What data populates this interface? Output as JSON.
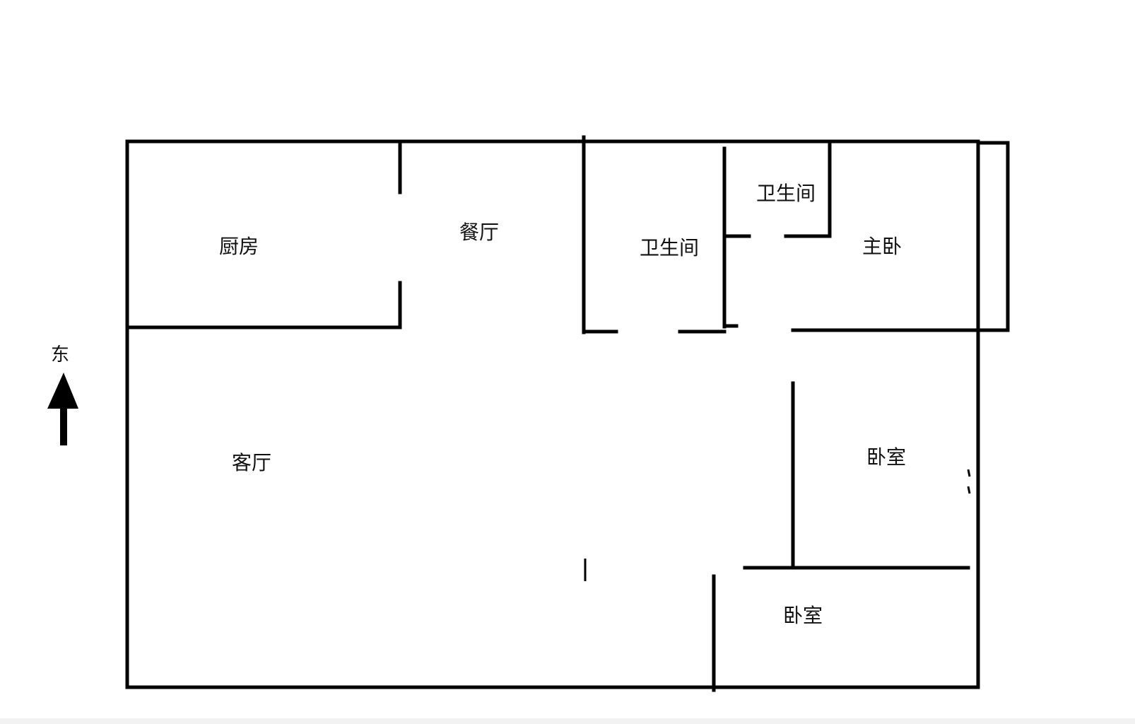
{
  "rooms": {
    "kitchen": "厨房",
    "dining": "餐厅",
    "bathroom_1": "卫生间",
    "bathroom_2": "卫生间",
    "master_bedroom": "主卧",
    "living_room": "客厅",
    "bedroom_1": "卧室",
    "bedroom_2": "卧室"
  },
  "compass": {
    "label": "东",
    "icon": "arrow-up-icon"
  },
  "colors": {
    "walls": "#000000",
    "background": "#ffffff"
  }
}
